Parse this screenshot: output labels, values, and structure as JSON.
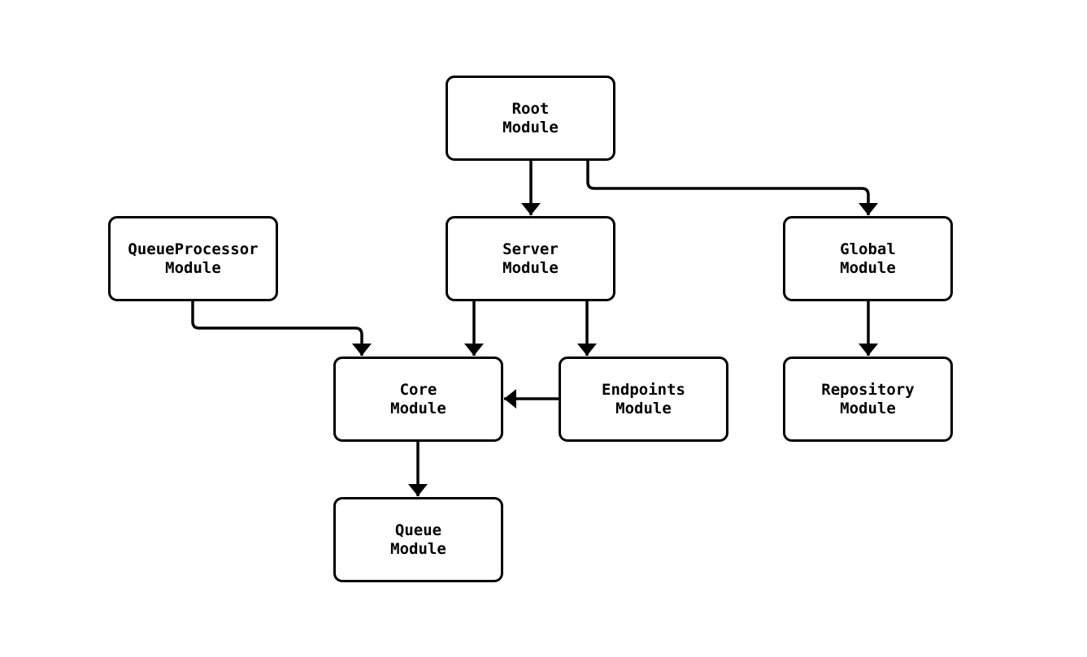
{
  "diagram": {
    "type": "module-dependency-graph",
    "background_color": "#ffffff",
    "stroke_color": "#000000",
    "node_fill_color": "#ffffff",
    "nodes": [
      {
        "id": "root",
        "label": "Root\nModule"
      },
      {
        "id": "server",
        "label": "Server\nModule"
      },
      {
        "id": "queueprocessor",
        "label": "QueueProcessor\nModule"
      },
      {
        "id": "global",
        "label": "Global\nModule"
      },
      {
        "id": "core",
        "label": "Core\nModule"
      },
      {
        "id": "endpoints",
        "label": "Endpoints\nModule"
      },
      {
        "id": "repository",
        "label": "Repository\nModule"
      },
      {
        "id": "queue",
        "label": "Queue\nModule"
      }
    ],
    "edges": [
      {
        "from": "Root Module",
        "to": "Server Module"
      },
      {
        "from": "Root Module",
        "to": "Global Module"
      },
      {
        "from": "QueueProcessor Module",
        "to": "Core Module"
      },
      {
        "from": "Server Module",
        "to": "Core Module"
      },
      {
        "from": "Server Module",
        "to": "Endpoints Module"
      },
      {
        "from": "Endpoints Module",
        "to": "Core Module"
      },
      {
        "from": "Global Module",
        "to": "Repository Module"
      },
      {
        "from": "Core Module",
        "to": "Queue Module"
      }
    ]
  }
}
